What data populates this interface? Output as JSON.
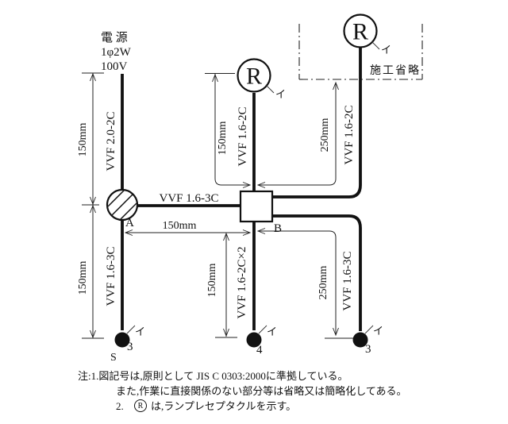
{
  "power": {
    "line1": "電 源",
    "line2": "1φ2W",
    "line3": "100V"
  },
  "cables": {
    "source": "VVF 2.0-2C",
    "left_bottom": "VVF 1.6-3C",
    "mid_top": "VVF 1.6-2C",
    "mid_bottom": "VVF 1.6-2C×2",
    "right_top": "VVF 1.6-2C",
    "right_bottom": "VVF 1.6-3C",
    "a_to_b": "VVF 1.6-3C"
  },
  "dimensions": {
    "left_top": "150mm",
    "left_bottom": "150mm",
    "mid_top": "150mm",
    "mid_bottom": "150mm",
    "a_to_b": "150mm",
    "right_top": "250mm",
    "right_bottom": "250mm"
  },
  "junctions": {
    "a": "A",
    "b": "B"
  },
  "lamps": {
    "symbol": "R",
    "tag": "イ"
  },
  "omission": "施工省略",
  "switches": {
    "left": {
      "tag": "イ",
      "ways": "3",
      "mark": "S"
    },
    "center": {
      "tag": "イ",
      "ways": "4"
    },
    "right": {
      "tag": "イ",
      "ways": "3"
    }
  },
  "notes": {
    "line1": "注:1.図記号は,原則として JIS C 0303:2000に準拠している。",
    "line2": "また,作業に直接関係のない部分等は省略又は簡略化してある。",
    "note2_prefix": "2.",
    "note2_symbol": "R",
    "note2_suffix": "は,ランプレセプタクルを示す。"
  },
  "colors": {
    "line": "#111111",
    "background": "#ffffff"
  }
}
